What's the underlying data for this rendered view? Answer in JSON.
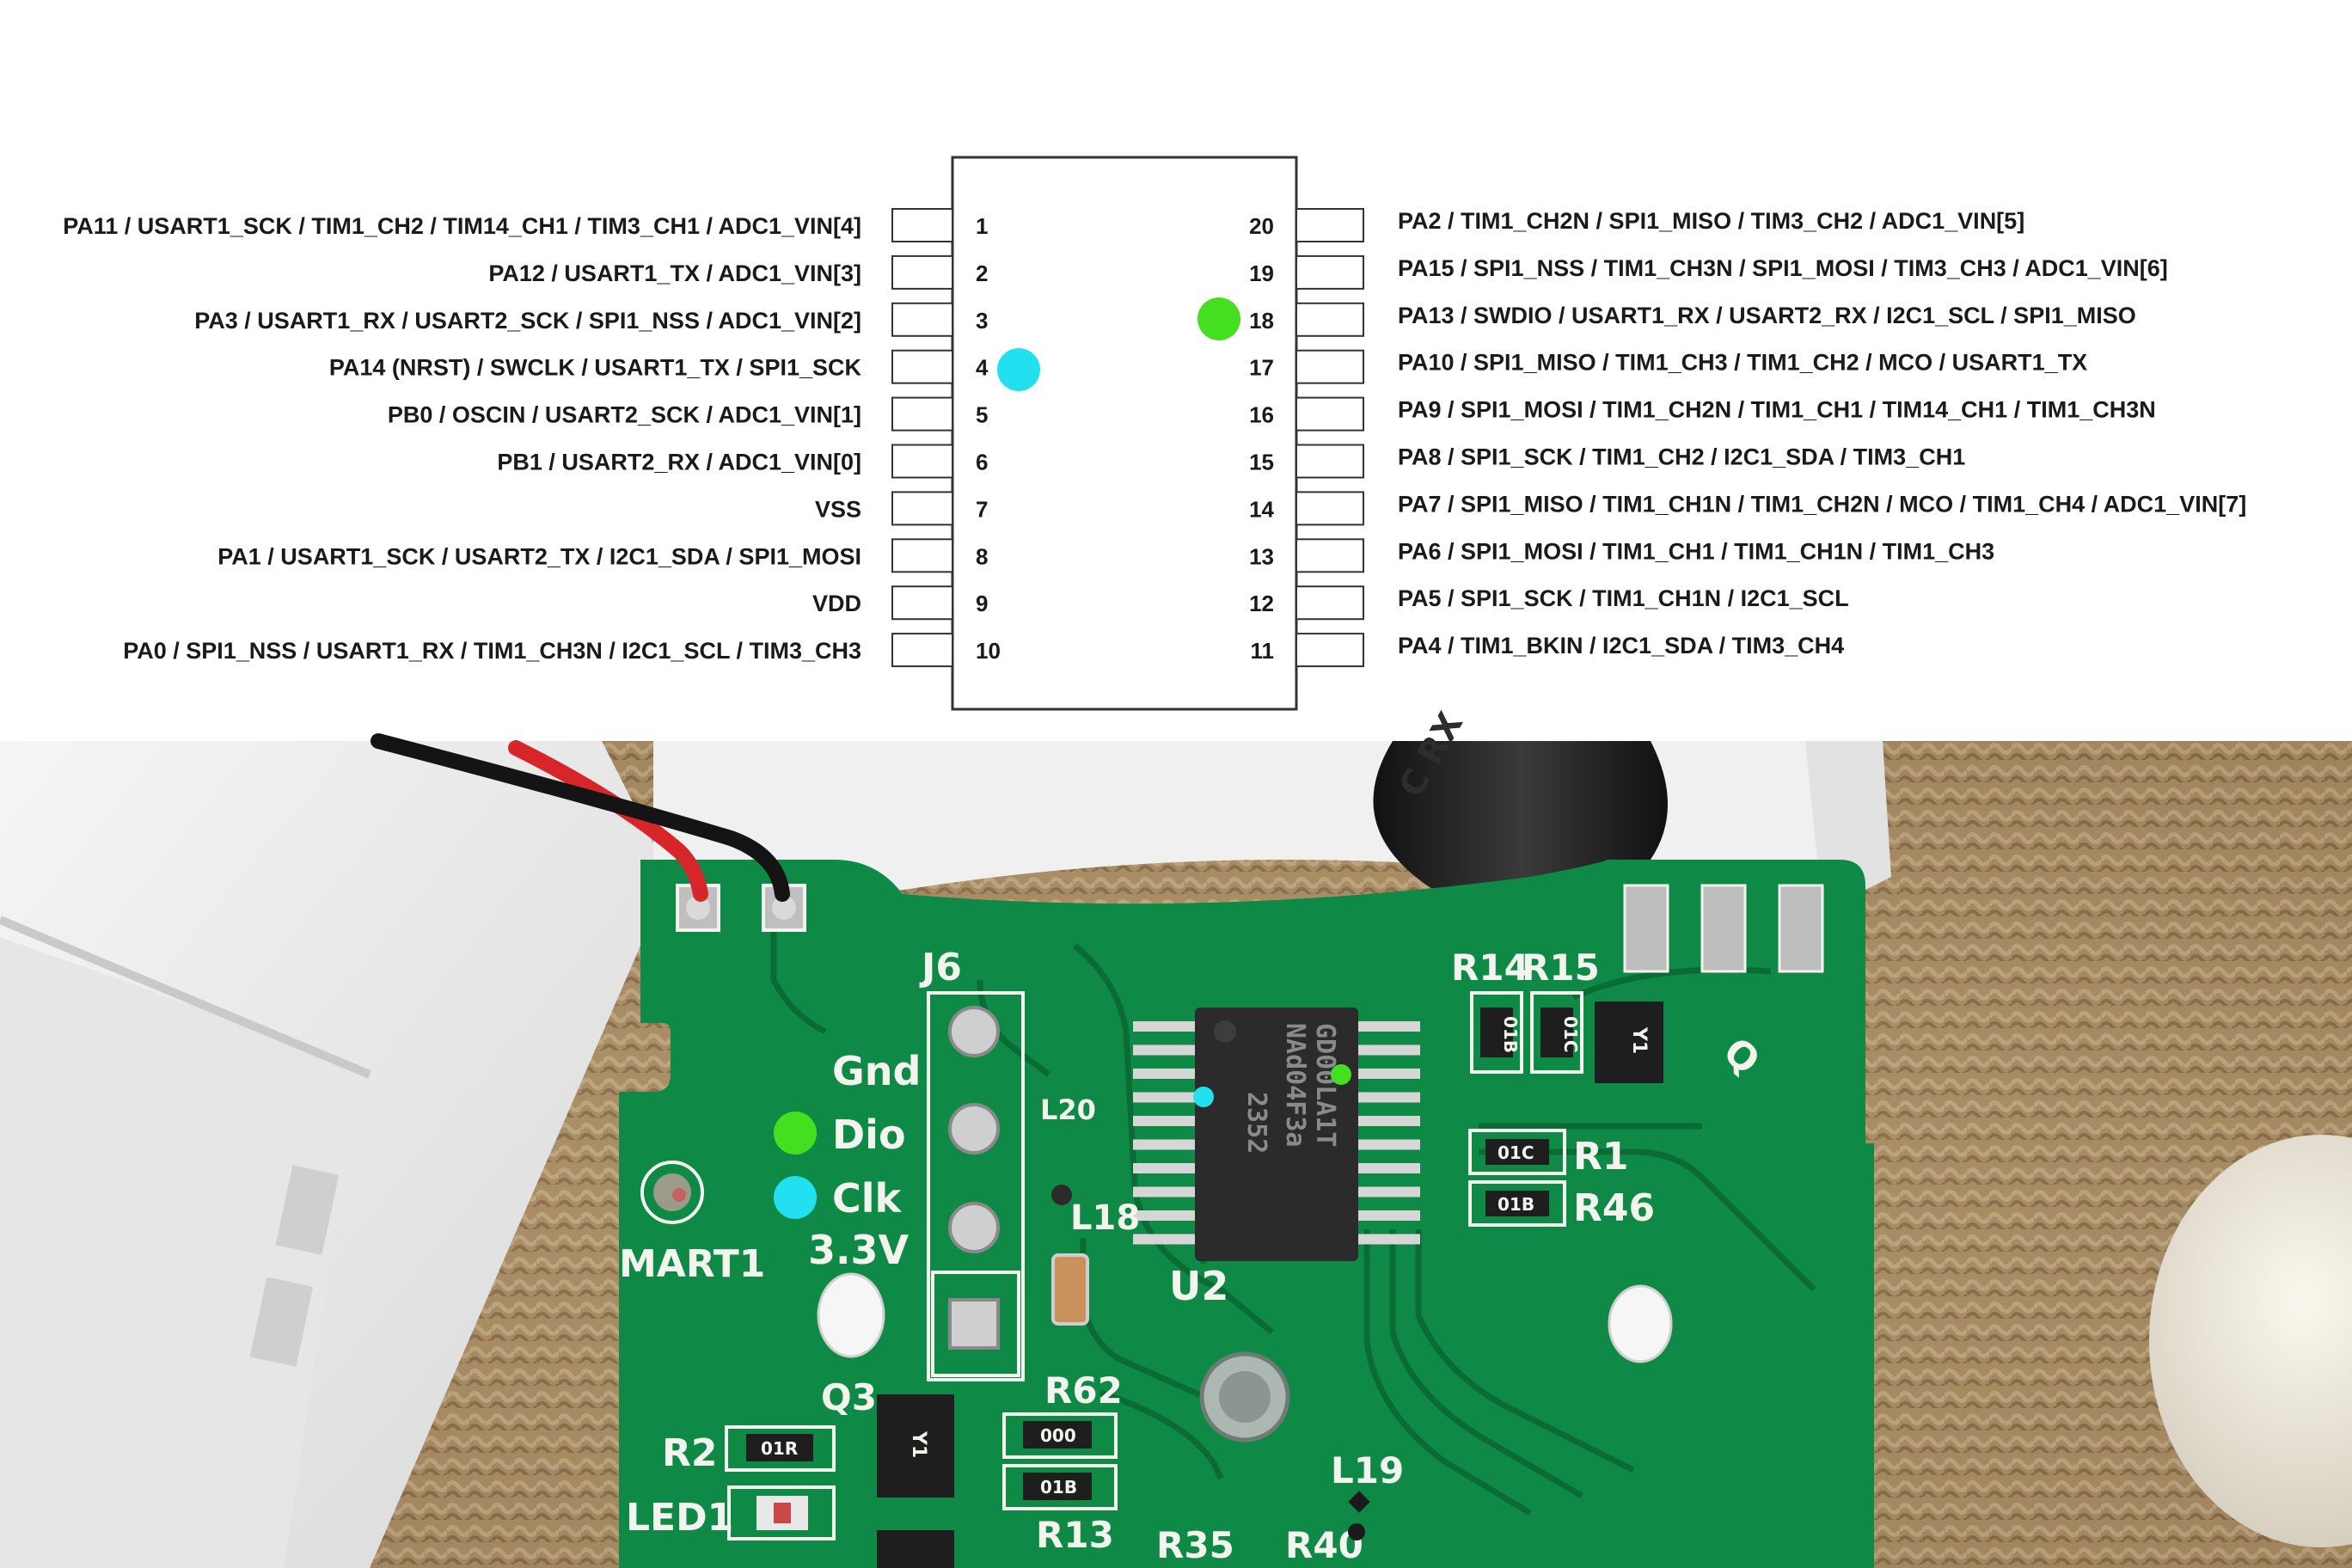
{
  "pinout": {
    "left_pins": [
      {
        "num": "1",
        "label": "PA11 / USART1_SCK / TIM1_CH2 / TIM14_CH1 / TIM3_CH1 / ADC1_VIN[4]"
      },
      {
        "num": "2",
        "label": "PA12 / USART1_TX / ADC1_VIN[3]"
      },
      {
        "num": "3",
        "label": "PA3 / USART1_RX / USART2_SCK / SPI1_NSS / ADC1_VIN[2]"
      },
      {
        "num": "4",
        "label": "PA14 (NRST) / SWCLK / USART1_TX / SPI1_SCK"
      },
      {
        "num": "5",
        "label": "PB0 / OSCIN / USART2_SCK / ADC1_VIN[1]"
      },
      {
        "num": "6",
        "label": "PB1 / USART2_RX / ADC1_VIN[0]"
      },
      {
        "num": "7",
        "label": "VSS"
      },
      {
        "num": "8",
        "label": "PA1 / USART1_SCK / USART2_TX / I2C1_SDA / SPI1_MOSI"
      },
      {
        "num": "9",
        "label": "VDD"
      },
      {
        "num": "10",
        "label": "PA0 / SPI1_NSS / USART1_RX / TIM1_CH3N / I2C1_SCL / TIM3_CH3"
      }
    ],
    "right_pins": [
      {
        "num": "20",
        "label": "PA2 / TIM1_CH2N / SPI1_MISO / TIM3_CH2 / ADC1_VIN[5]"
      },
      {
        "num": "19",
        "label": "PA15 / SPI1_NSS / TIM1_CH3N / SPI1_MOSI / TIM3_CH3 / ADC1_VIN[6]"
      },
      {
        "num": "18",
        "label": "PA13 / SWDIO / USART1_RX / USART2_RX / I2C1_SCL / SPI1_MISO"
      },
      {
        "num": "17",
        "label": "PA10 / SPI1_MISO / TIM1_CH3 / TIM1_CH2 / MCO / USART1_TX"
      },
      {
        "num": "16",
        "label": "PA9 / SPI1_MOSI / TIM1_CH2N / TIM1_CH1 / TIM14_CH1 / TIM1_CH3N"
      },
      {
        "num": "15",
        "label": "PA8 / SPI1_SCK / TIM1_CH2 / I2C1_SDA / TIM3_CH1"
      },
      {
        "num": "14",
        "label": "PA7 / SPI1_MISO / TIM1_CH1N / TIM1_CH2N / MCO / TIM1_CH4 / ADC1_VIN[7]"
      },
      {
        "num": "13",
        "label": "PA6 / SPI1_MOSI / TIM1_CH1 / TIM1_CH1N / TIM1_CH3"
      },
      {
        "num": "12",
        "label": "PA5 / SPI1_SCK / TIM1_CH1N / I2C1_SCL"
      },
      {
        "num": "11",
        "label": "PA4 / TIM1_BKIN / I2C1_SDA / TIM3_CH4"
      }
    ],
    "markers": {
      "cyan_pin": "4",
      "green_pin": "18",
      "cyan_color": "#22e0f0",
      "green_color": "#44e020"
    }
  },
  "board": {
    "header_ref": "J6",
    "header_pins": [
      "Gnd",
      "Dio",
      "Clk",
      "3.3V"
    ],
    "chip_ref": "U2",
    "chip_marking": [
      "GD00LA1T",
      "NAd04F3a",
      "2352"
    ],
    "refs": {
      "mart": "MART1",
      "l20": "L20",
      "l18": "L18",
      "q3": "Q3",
      "r62": "R62",
      "r2": "R2",
      "led": "LED1",
      "r13": "R13",
      "r35": "R35",
      "r40": "R40",
      "l19": "L19",
      "r14": "R14",
      "r15": "R15",
      "r1": "R1",
      "r46": "R46",
      "q": "Q"
    },
    "smd_codes": {
      "r14": "01B",
      "r15": "01C",
      "r1": "01C",
      "r46": "01B",
      "r2": "01R",
      "r62": "000",
      "r13": "01B",
      "q_top": "Y1",
      "q3": "Y1"
    },
    "wire_marking": "C RX",
    "colors": {
      "pcb": "#0e8a46",
      "trace": "#0a6b34",
      "silk": "#f4f4ee"
    }
  }
}
